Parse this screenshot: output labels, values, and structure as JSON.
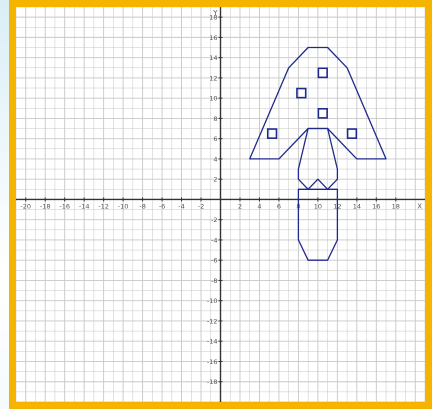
{
  "chart_data": {
    "type": "diagram",
    "xlim": [
      -21,
      21
    ],
    "ylim": [
      -20,
      19
    ],
    "grid": true,
    "axis_letters": {
      "x": "X",
      "y": "Y"
    },
    "x_ticks": [
      -20,
      -18,
      -16,
      -14,
      -12,
      -10,
      -8,
      -6,
      -4,
      -2,
      2,
      4,
      6,
      8,
      10,
      12,
      14,
      16,
      18
    ],
    "y_ticks": [
      18,
      16,
      14,
      12,
      10,
      8,
      6,
      4,
      2,
      -2,
      -4,
      -6,
      -8,
      -10,
      -12,
      -14,
      -16,
      -18
    ],
    "shapes": [
      {
        "name": "mushroom-cap",
        "points": [
          [
            3,
            4
          ],
          [
            7,
            13
          ],
          [
            9,
            15
          ],
          [
            11,
            15
          ],
          [
            13,
            13
          ],
          [
            17,
            4
          ],
          [
            14,
            4
          ],
          [
            11,
            7
          ],
          [
            9,
            7
          ],
          [
            6,
            4
          ]
        ]
      },
      {
        "name": "mushroom-body",
        "points": [
          [
            9,
            7
          ],
          [
            11,
            7
          ],
          [
            12,
            3
          ],
          [
            12,
            2
          ],
          [
            11,
            1
          ],
          [
            10,
            2
          ],
          [
            9,
            1
          ],
          [
            8,
            2
          ],
          [
            8,
            3
          ]
        ]
      },
      {
        "name": "mushroom-stem",
        "points": [
          [
            8,
            1
          ],
          [
            8,
            -4
          ],
          [
            9,
            -6
          ],
          [
            11,
            -6
          ],
          [
            12,
            -4
          ],
          [
            12,
            1
          ]
        ]
      },
      {
        "name": "spot-upper-right",
        "square": [
          10.5,
          12.5,
          0.9
        ]
      },
      {
        "name": "spot-upper-left",
        "square": [
          8.3,
          10.5,
          0.9
        ]
      },
      {
        "name": "spot-middle",
        "square": [
          10.5,
          8.5,
          0.9
        ]
      },
      {
        "name": "spot-left",
        "square": [
          5.3,
          6.5,
          0.9
        ]
      },
      {
        "name": "spot-right",
        "square": [
          13.5,
          6.5,
          0.9
        ]
      }
    ]
  },
  "colors": {
    "frame": "#f5b400",
    "grid": "#c7c7c7",
    "axis": "#333333",
    "shape": "#1f2a8c"
  }
}
